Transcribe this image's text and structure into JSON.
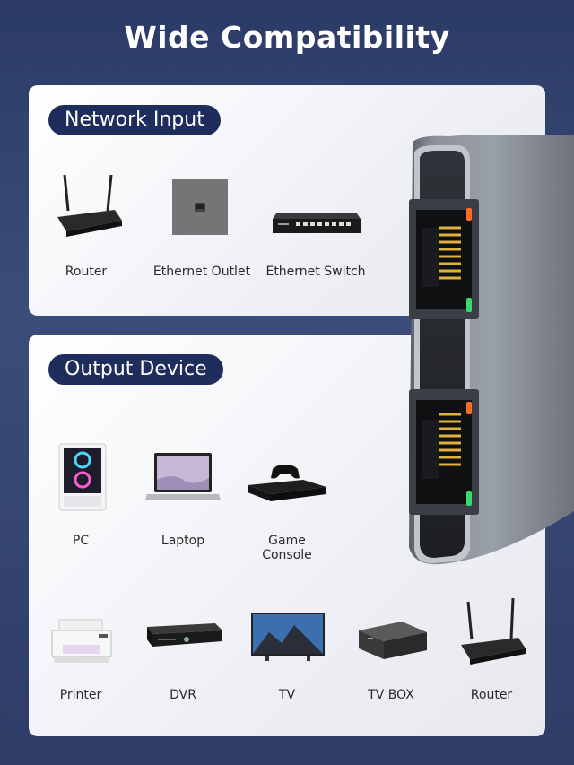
{
  "title": "Wide Compatibility",
  "network_input": {
    "heading": "Network Input",
    "items": [
      {
        "label": "Router",
        "icon": "router-icon"
      },
      {
        "label": "Ethernet Outlet",
        "icon": "ethernet-outlet-icon"
      },
      {
        "label": "Ethernet Switch",
        "icon": "ethernet-switch-icon"
      }
    ]
  },
  "output_device": {
    "heading": "Output Device",
    "items": [
      {
        "label": "PC",
        "icon": "pc-icon"
      },
      {
        "label": "Laptop",
        "icon": "laptop-icon"
      },
      {
        "label": "Game\nConsole",
        "icon": "game-console-icon"
      },
      {
        "label": "Printer",
        "icon": "printer-icon"
      },
      {
        "label": "DVR",
        "icon": "dvr-icon"
      },
      {
        "label": "TV",
        "icon": "tv-icon"
      },
      {
        "label": "TV BOX",
        "icon": "tv-box-icon"
      },
      {
        "label": "Router",
        "icon": "router-icon"
      }
    ]
  },
  "colors": {
    "background": "#2e3c66",
    "pill": "#1f2d5c",
    "led_orange": "#ff6a2a",
    "led_green": "#39d86a"
  }
}
